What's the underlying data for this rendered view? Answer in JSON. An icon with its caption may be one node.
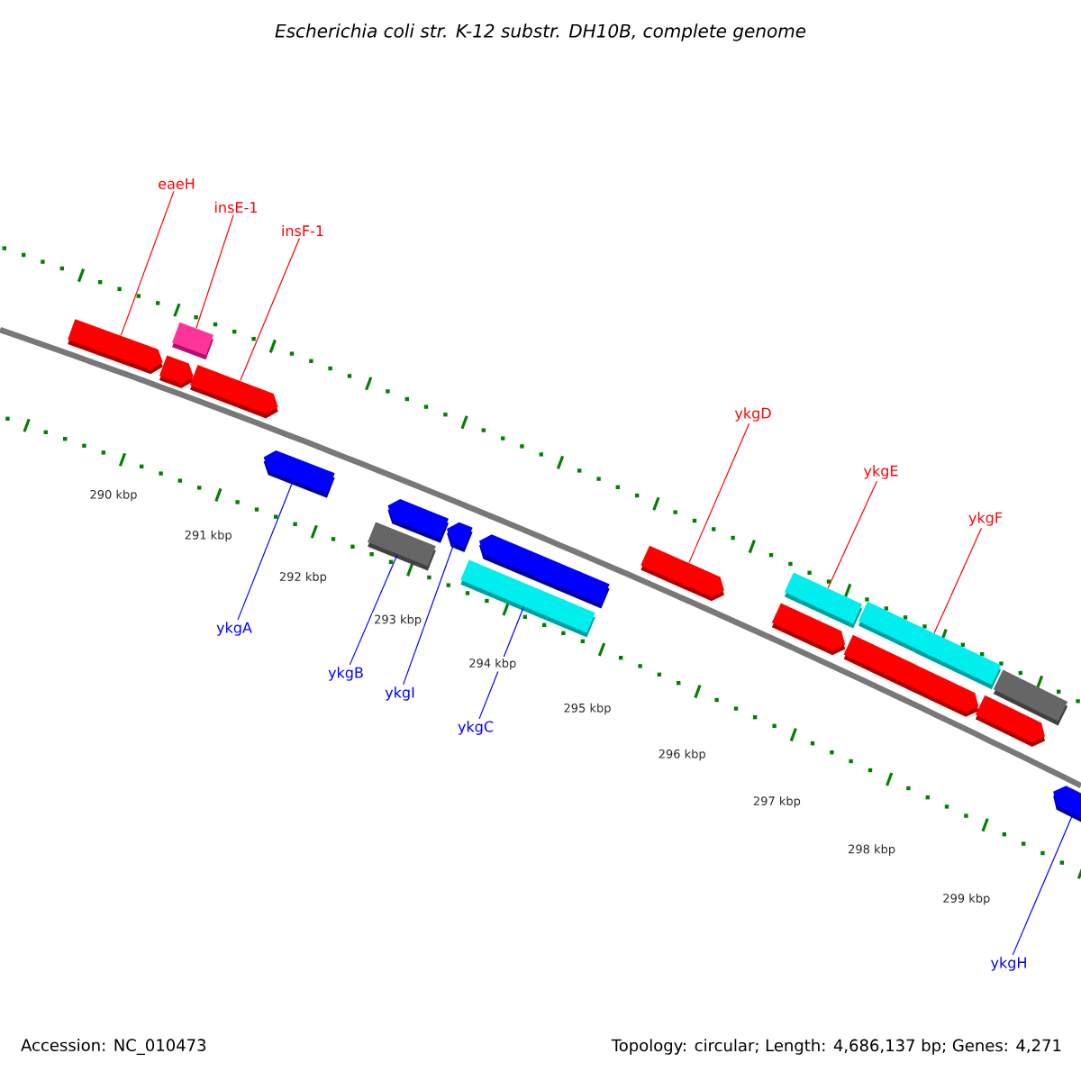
{
  "diagram": {
    "title": "Escherichia coli str. K-12 substr. DH10B, complete genome",
    "nodes": [
      {
        "text": [
          "eaeH"
        ]
      },
      {
        "text": [
          "insE-1"
        ]
      },
      {
        "text": [
          "insF-1"
        ]
      },
      {
        "text": [
          "ykgD"
        ]
      },
      {
        "text": [
          "ykgE"
        ]
      },
      {
        "text": [
          "ykgF"
        ]
      },
      {
        "text": [
          "ykgA"
        ]
      },
      {
        "text": [
          "ykgB"
        ]
      },
      {
        "text": [
          "ykgI"
        ]
      },
      {
        "text": [
          "ykgC"
        ]
      },
      {
        "text": [
          "ykgH"
        ]
      },
      {
        "text": [],
        "shape": "pentagon"
      },
      {
        "text": [],
        "shape": "box"
      },
      {
        "text": [],
        "shape": "pentagon"
      },
      {
        "text": [],
        "shape": "pentagon"
      },
      {
        "text": [],
        "shape": "pentagon"
      },
      {
        "text": [],
        "shape": "pentagon"
      },
      {
        "text": [],
        "shape": "box"
      },
      {
        "text": [],
        "shape": "pentagon"
      },
      {
        "text": [],
        "shape": "pentagon"
      },
      {
        "text": [],
        "shape": "box"
      },
      {
        "text": [],
        "shape": "pentagon"
      },
      {
        "text": [],
        "shape": "box"
      },
      {
        "text": [],
        "shape": "pentagon"
      },
      {
        "text": [],
        "shape": "box"
      },
      {
        "text": [],
        "shape": "pentagon"
      },
      {
        "text": [],
        "shape": "box"
      },
      {
        "text": [],
        "shape": "pentagon"
      },
      {
        "text": [],
        "shape": "pentagon"
      }
    ],
    "edges": [
      {
        "from": 0,
        "to": 11,
        "arrow": "none"
      },
      {
        "from": 1,
        "to": 12,
        "arrow": "none"
      },
      {
        "from": 2,
        "to": 14,
        "arrow": "none"
      },
      {
        "from": 3,
        "to": 21,
        "arrow": "none"
      },
      {
        "from": 4,
        "to": 22,
        "arrow": "none"
      },
      {
        "from": 5,
        "to": 24,
        "arrow": "none"
      },
      {
        "from": 6,
        "to": 15,
        "arrow": "none",
        "color": "#0000ff"
      },
      {
        "from": 7,
        "to": 17,
        "arrow": "none",
        "color": "#0000ff"
      },
      {
        "from": 8,
        "to": 18,
        "arrow": "none",
        "color": "#0000ff"
      },
      {
        "from": 9,
        "to": 20,
        "arrow": "none",
        "color": "#0000ff"
      },
      {
        "from": 10,
        "to": 28,
        "arrow": "none",
        "color": "#0000ff"
      }
    ],
    "labels": [
      "290 kbp",
      "291 kbp",
      "292 kbp",
      "293 kbp",
      "294 kbp",
      "295 kbp",
      "296 kbp",
      "297 kbp",
      "298 kbp",
      "299 kbp",
      "Accession: NC_010473",
      "Topology: circular; Length: 4,686,137 bp; Genes: 4,271"
    ]
  }
}
